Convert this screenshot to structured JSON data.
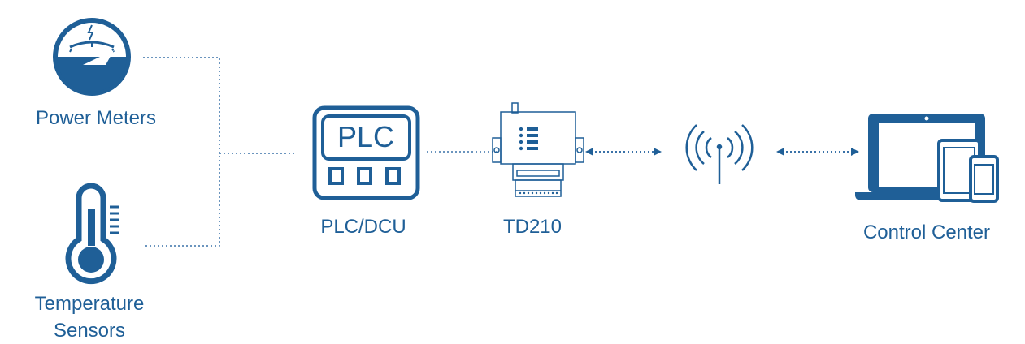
{
  "colors": {
    "primary": "#1f5f97",
    "line": "#3a72a8",
    "background": "#ffffff"
  },
  "nodes": {
    "power_meters": {
      "label": "Power Meters",
      "icon": "power-meter-gauge-icon"
    },
    "temperature_sensors": {
      "label_line1": "Temperature",
      "label_line2": "Sensors",
      "icon": "thermometer-icon"
    },
    "plc": {
      "label": "PLC/DCU",
      "screen_text": "PLC",
      "icon": "plc-device-icon"
    },
    "td210": {
      "label": "TD210",
      "icon": "td210-modem-icon"
    },
    "antenna": {
      "icon": "wireless-antenna-icon"
    },
    "control_center": {
      "label": "Control Center",
      "icon": "laptop-tablet-phone-icon"
    }
  },
  "links": [
    {
      "from": "power_meters",
      "to": "plc",
      "style": "dotted"
    },
    {
      "from": "temperature_sensors",
      "to": "plc",
      "style": "dotted"
    },
    {
      "from": "plc",
      "to": "td210",
      "style": "dotted"
    },
    {
      "from": "td210",
      "to": "antenna",
      "style": "dotted",
      "arrows": "both"
    },
    {
      "from": "antenna",
      "to": "control_center",
      "style": "dotted",
      "arrows": "both"
    }
  ]
}
